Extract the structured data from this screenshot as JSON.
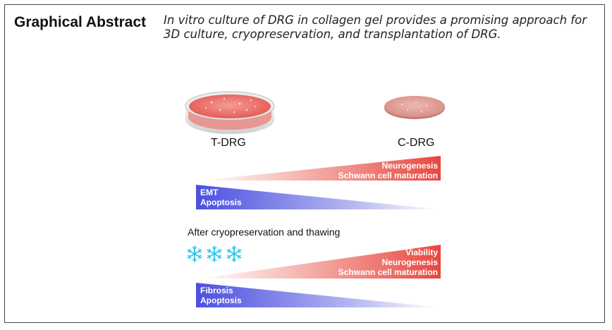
{
  "header": {
    "title": "Graphical Abstract",
    "subtitle": "In vitro culture of DRG in collagen gel provides a promising approach for 3D culture, cryopreservation, and transplantation of DRG."
  },
  "groups": {
    "left_label": "T-DRG",
    "right_label": "C-DRG"
  },
  "section1": {
    "red_lines": [
      "Neurogenesis",
      "Schwann cell maturation"
    ],
    "blue_lines": [
      "EMT",
      "Apoptosis"
    ]
  },
  "section2": {
    "heading": "After cryopreservation and thawing",
    "snowflake_icon": "snowflake-icon",
    "red_lines": [
      "Viability",
      "Neurogenesis",
      "Schwann cell maturation"
    ],
    "blue_lines": [
      "Fibrosis",
      "Apoptosis"
    ]
  },
  "colors": {
    "red": "#e8473f",
    "blue": "#4b4fe0",
    "dish_pink": "#e9655f",
    "snowflake": "#2fc6e8"
  }
}
